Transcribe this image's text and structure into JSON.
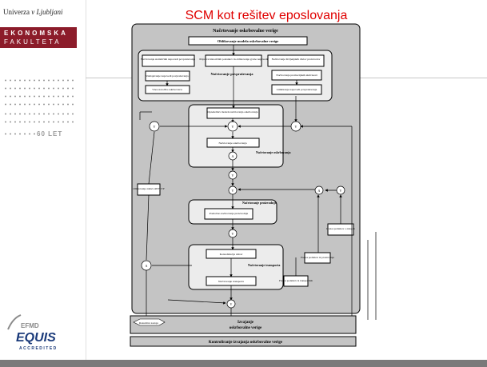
{
  "sidebar": {
    "university_prefix": "Univerza",
    "university_name": "v Ljubljani",
    "faculty_line1": "EKONOMSKA",
    "faculty_line2": "FAKULTETA",
    "anniversary": "60 LET",
    "efmd": "EFMD",
    "equis": "EQUIS",
    "accredited": "ACCREDITED"
  },
  "slide": {
    "title": "SCM kot rešitev eposlovanja"
  },
  "diagram": {
    "planning_title": "Načrtovanje oskrbovalne verige",
    "chain_model": "Oblikovanje modela oskrbovalne verige",
    "demand_forecast": {
      "title": "Načrtovanje povpraševanja",
      "statistical": "Načrtovanje statističnih napovedi povpraševanja",
      "history": "Priprava historičnih podatkov in oblikovanje grobe napovedi",
      "comparison": "Načrtovanje življenjskih ciklov proizvodov",
      "adjust": "Usklajevanje napovedi povpraševanja",
      "promotions": "Načrtovanje promocijskih aktivnosti",
      "order_entry": "Vnos naročila oskrbovalcu",
      "limitations": "Limitiranje napovedi povpraševanja"
    },
    "supply": {
      "title": "Načrtovanje oskrbovanja",
      "definition": "Opredelitev modela načrtovanja oskrbovanja",
      "planning": "Načrtovanje oskrbovanja"
    },
    "production": {
      "title": "Načrtovanje proizvodnje",
      "detailed": "Podrobno načrtovanje proizvodnje"
    },
    "transport": {
      "title": "Načrtovanje transporta",
      "consolidation": "Konsolidacija dobav",
      "planning": "Načrtovanje transporta"
    },
    "atp": "Oblikovanje zahtev ATP/CTP",
    "data_warehouse": "Prenos podatkov o zalogah",
    "data_proc": "Prenos podatkov iz proizvodnje",
    "data_transport": "Prenos podatkov iz transportnih",
    "execution_line1": "Izvajanje",
    "execution_line2": "oskrbovalne verige",
    "control": "Kontroliranje izvajanja oskrbovalne verige",
    "stock_handling": "Razrešitve zastoja",
    "node_v": "V",
    "node_a": "A"
  }
}
